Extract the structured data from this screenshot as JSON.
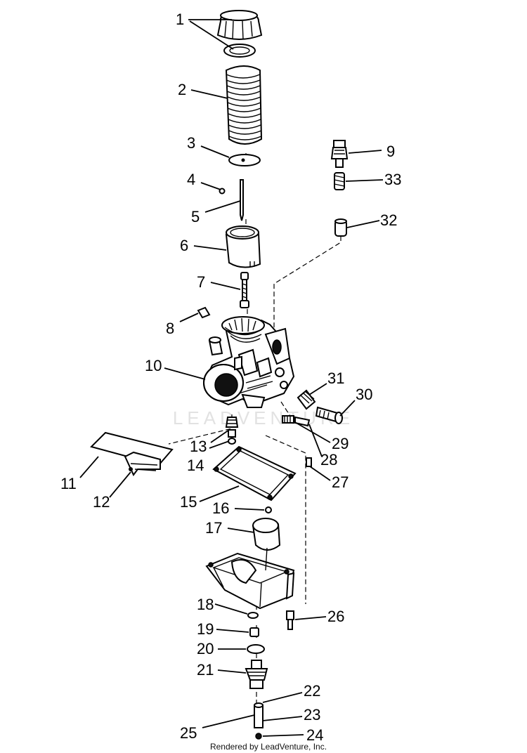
{
  "diagram": {
    "part_callouts": [
      "1",
      "2",
      "3",
      "4",
      "5",
      "6",
      "7",
      "8",
      "9",
      "33",
      "32",
      "10",
      "31",
      "30",
      "29",
      "28",
      "13",
      "14",
      "27",
      "11",
      "12",
      "15",
      "16",
      "17",
      "18",
      "26",
      "19",
      "20",
      "21",
      "22",
      "23",
      "25",
      "24"
    ],
    "watermark": "LEADVENTURE",
    "footer": "Rendered by LeadVenture, Inc."
  }
}
